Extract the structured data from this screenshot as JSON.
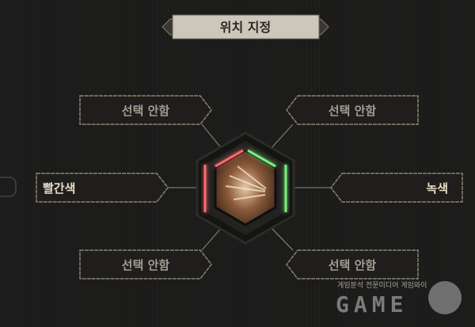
{
  "title": "위치 지정",
  "slots": [
    {
      "id": "top-left",
      "label": "선택 안함",
      "selected": false
    },
    {
      "id": "top-right",
      "label": "선택 안함",
      "selected": false
    },
    {
      "id": "middle-left",
      "label": "빨간색",
      "selected": true
    },
    {
      "id": "middle-right",
      "label": "녹색",
      "selected": true
    },
    {
      "id": "bottom-left",
      "label": "선택 안함",
      "selected": false
    },
    {
      "id": "bottom-right",
      "label": "선택 안함",
      "selected": false
    }
  ],
  "colors": {
    "left_glow": "#e0303a",
    "right_glow": "#3ed048",
    "frame": "#8c8370",
    "text_unselected": "#a39d92",
    "text_selected": "#e6dcc6"
  },
  "watermark": {
    "tagline": "게임분석 전문미디어 게임와이",
    "logo": "GAME"
  }
}
